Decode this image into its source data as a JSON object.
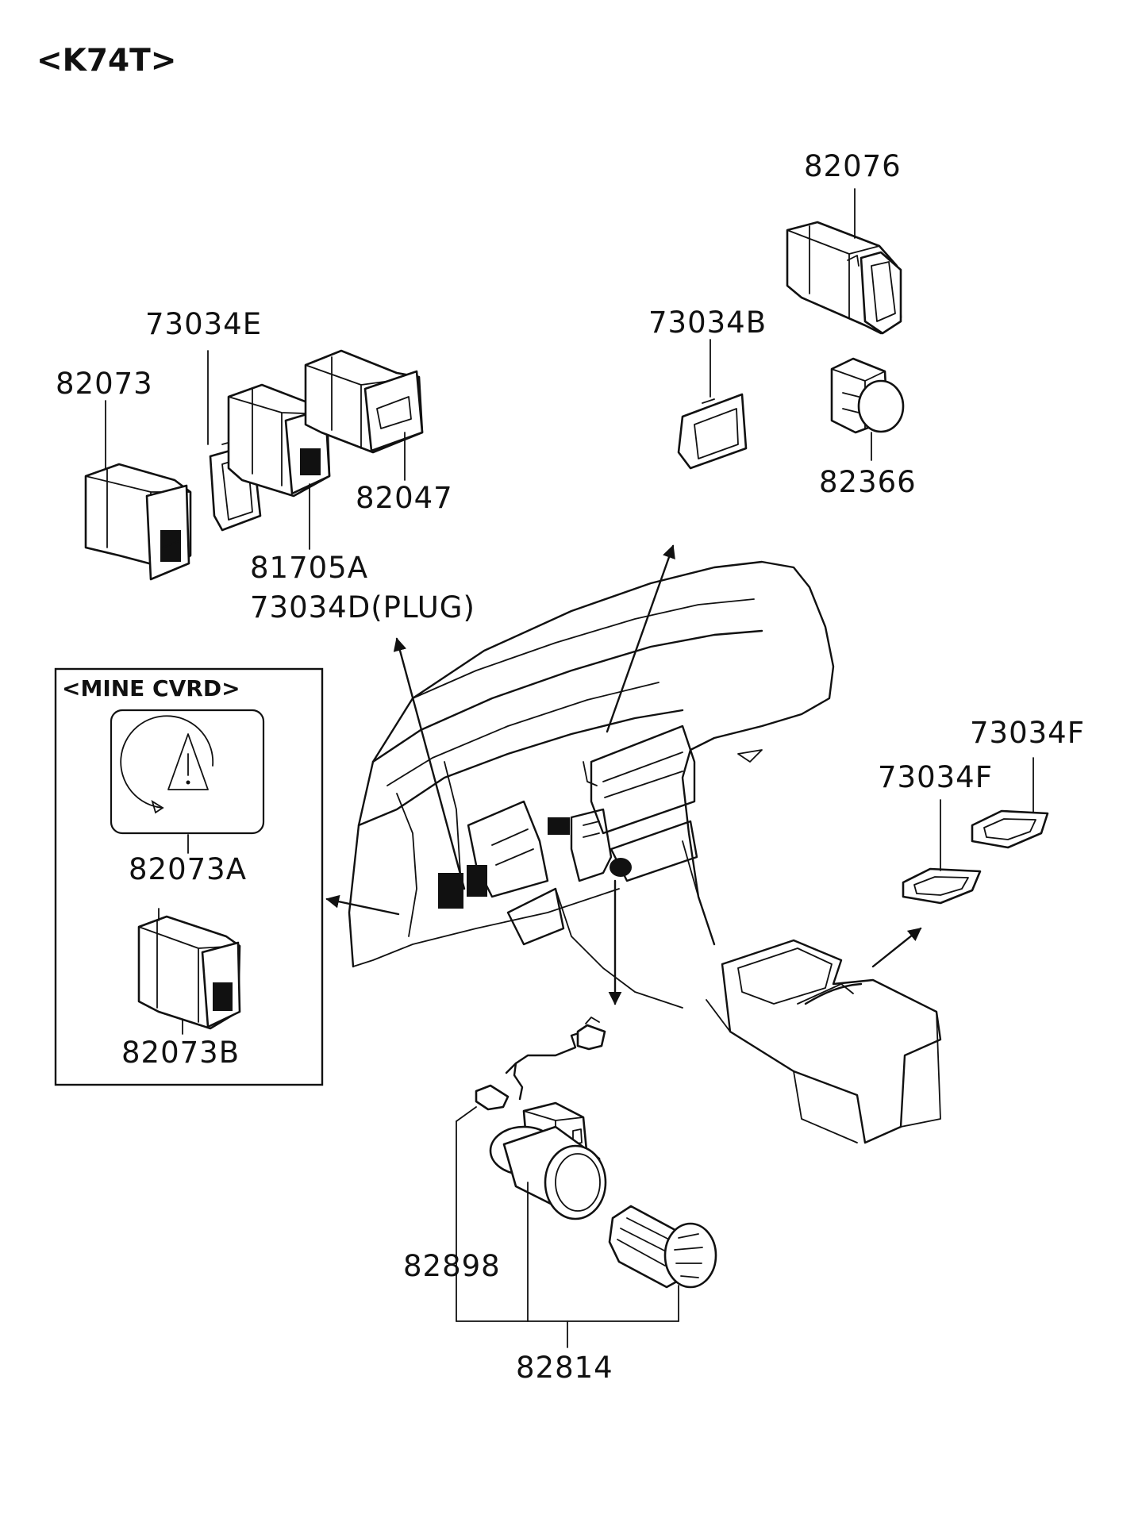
{
  "diagram": {
    "title": "<K74T>",
    "inset_box": {
      "title": "<MINE CVRD>",
      "labels": [
        "82073A",
        "82073B"
      ]
    },
    "part_labels": {
      "p82073": "82073",
      "p73034E": "73034E",
      "p82047": "82047",
      "p81705A": "81705A",
      "p73034D": "73034D(PLUG)",
      "p73034B": "73034B",
      "p82076": "82076",
      "p82366": "82366",
      "p73034F_a": "73034F",
      "p73034F_b": "73034F",
      "p82898": "82898",
      "p82814": "82814"
    },
    "colors": {
      "ink": "#111111",
      "background": "#ffffff"
    }
  }
}
